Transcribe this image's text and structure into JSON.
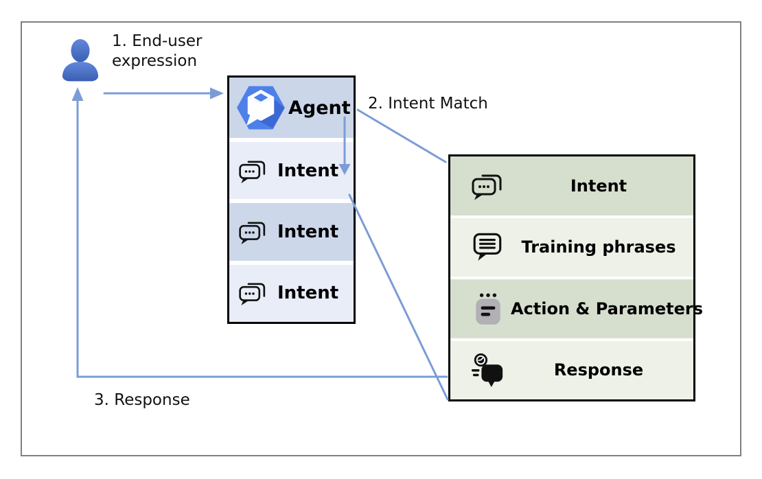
{
  "annotations": {
    "step1": "1. End-user expression",
    "step2": "2. Intent Match",
    "step3": "3. Response"
  },
  "agent_box": {
    "title": "Agent",
    "rows": [
      {
        "label": "Intent",
        "icon": "chat-bubbles-icon",
        "highlighted": false
      },
      {
        "label": "Intent",
        "icon": "chat-bubbles-icon",
        "highlighted": true
      },
      {
        "label": "Intent",
        "icon": "chat-bubbles-icon",
        "highlighted": false
      }
    ]
  },
  "intent_panel": {
    "rows": [
      {
        "label": "Intent",
        "icon": "chat-bubbles-icon"
      },
      {
        "label": "Training phrases",
        "icon": "speech-bubble-text-icon"
      },
      {
        "label": "Action & Parameters",
        "icon": "notepad-icon"
      },
      {
        "label": "Response",
        "icon": "clock-chat-bubble-icon"
      }
    ]
  },
  "user": {
    "icon": "person-icon"
  },
  "colors": {
    "connector": "#7b9cd6",
    "frame_border": "#7f7f7f",
    "box_border": "#000000",
    "agent_header_bg": "#ccd6e9",
    "agent_row_light_bg": "#e9edf8",
    "agent_row_mid_bg": "#ccd7ea",
    "panel_row_green_bg": "#d6dfce",
    "panel_row_light_bg": "#edf1e8",
    "user_blue": "#4b74c9",
    "dialogflow_blue": "#4e80ea",
    "action_icon_gray": "#b2afb5",
    "text": "#111111"
  }
}
